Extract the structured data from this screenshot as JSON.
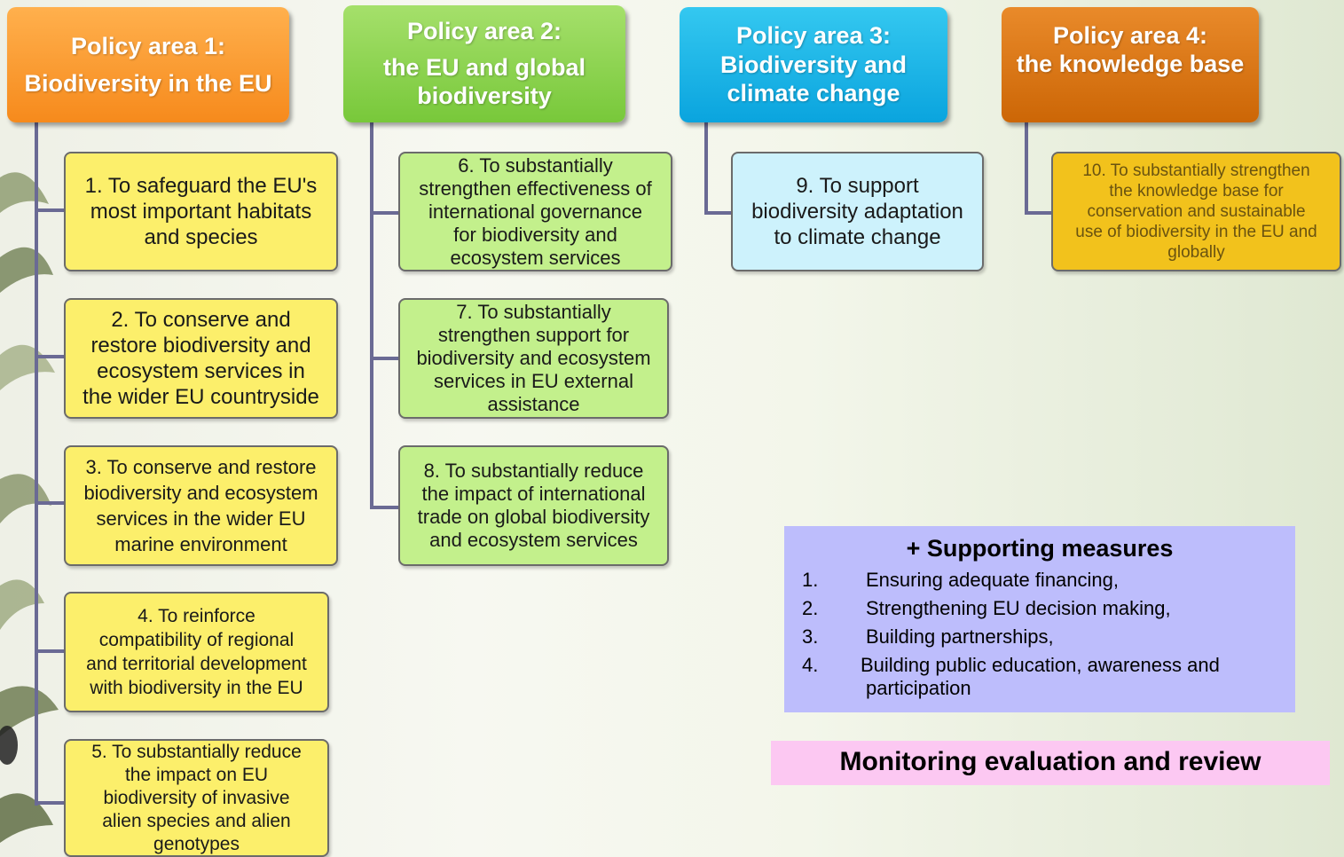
{
  "policy_areas": [
    {
      "lines": [
        "Policy area 1:",
        "Biodiversity in the EU"
      ]
    },
    {
      "lines": [
        "Policy area 2:",
        "the EU and global",
        "biodiversity"
      ]
    },
    {
      "lines": [
        "Policy area 3:",
        "Biodiversity and",
        "climate change"
      ]
    },
    {
      "lines": [
        "Policy area 4:",
        "the knowledge base"
      ]
    }
  ],
  "goals": [
    {
      "lines": [
        "1. To safeguard the EU's",
        "most important habitats",
        "and species"
      ]
    },
    {
      "lines": [
        "2. To conserve and",
        "restore biodiversity and",
        "ecosystem services in",
        "the wider EU countryside"
      ]
    },
    {
      "lines": [
        "3. To conserve and restore",
        "biodiversity and ecosystem",
        "services in the wider EU",
        "marine environment"
      ]
    },
    {
      "lines": [
        "4. To reinforce",
        "compatibility of regional",
        "and territorial development",
        "with biodiversity in the EU"
      ]
    },
    {
      "lines": [
        "5. To substantially reduce",
        "the impact on EU",
        "biodiversity of invasive",
        "alien species and alien",
        "genotypes"
      ]
    },
    {
      "lines": [
        "6. To substantially",
        "strengthen effectiveness of",
        "international governance",
        "for biodiversity and",
        "ecosystem services"
      ]
    },
    {
      "lines": [
        "7. To substantially",
        "strengthen support for",
        "biodiversity and ecosystem",
        "services in EU external",
        "assistance"
      ]
    },
    {
      "lines": [
        "8. To substantially reduce",
        "the impact of international",
        "trade on global biodiversity",
        "and ecosystem services"
      ]
    },
    {
      "lines": [
        "9. To support",
        "biodiversity adaptation",
        "to climate change"
      ]
    },
    {
      "lines": [
        "10. To substantially strengthen",
        "the knowledge base for",
        "conservation and sustainable",
        "use of biodiversity in the EU and",
        "globally"
      ]
    }
  ],
  "supporting_measures": {
    "title": "+ Supporting measures",
    "items": [
      {
        "num": "1.",
        "lines": [
          "Ensuring adequate financing,"
        ]
      },
      {
        "num": "2.",
        "lines": [
          "Strengthening EU decision making,"
        ]
      },
      {
        "num": "3.",
        "lines": [
          "Building partnerships,"
        ]
      },
      {
        "num": "4.",
        "lines": [
          "Building public education, awareness and",
          "participation"
        ]
      }
    ]
  },
  "monitoring": "Monitoring evaluation and review",
  "colors": {
    "area1": "#f68a1c",
    "area2": "#78c83a",
    "area3": "#0aa4de",
    "area4": "#cc6606",
    "connector": "#6a6a94",
    "supporting_bg": "#bdbdfc",
    "monitoring_bg": "#fcc8f2"
  }
}
